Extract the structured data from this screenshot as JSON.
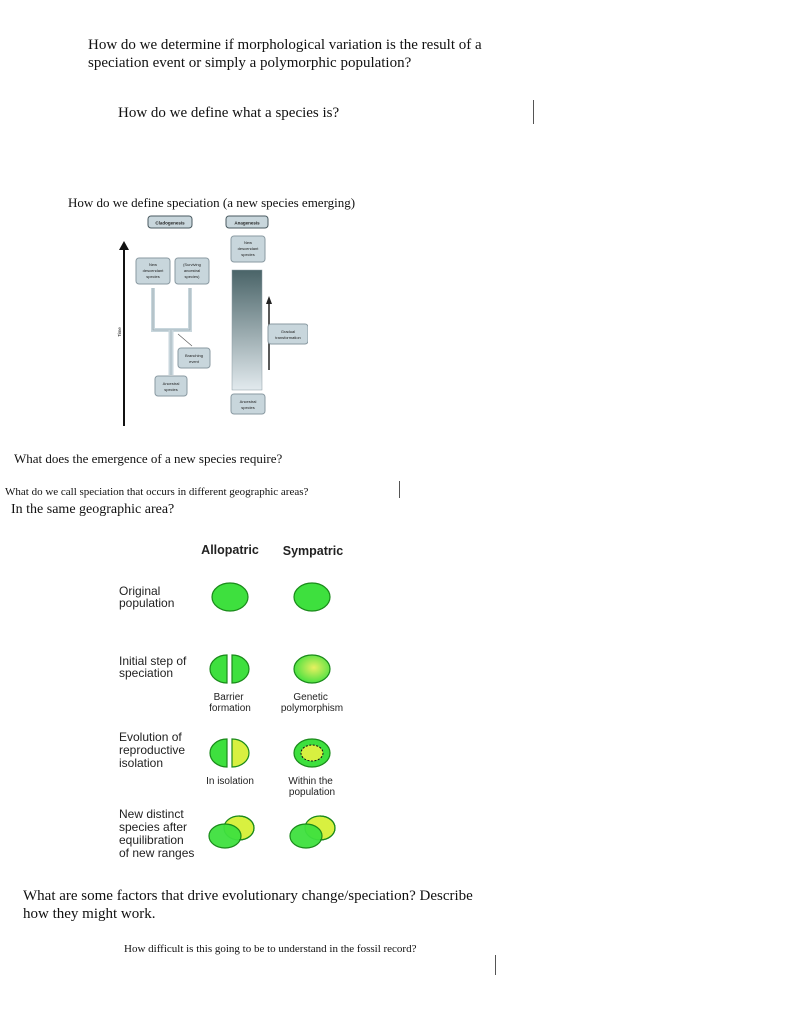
{
  "questions": {
    "q1_line1": "How do we determine if morphological variation is the result of a",
    "q1_line2": "speciation event or simply a polymorphic population?",
    "q2": "How do we define what a species is?",
    "q3": "How do we define speciation (a new species emerging)",
    "q4": "What does the emergence of a new species require?",
    "q5": "What do we call speciation that occurs in different geographic areas?",
    "q5b": "In the same geographic area?",
    "q6_line1": "What are some factors that drive evolutionary change/speciation? Describe",
    "q6_line2": "how they might work.",
    "q7": "How difficult is this going to be to understand in the fossil record?"
  },
  "figure_evolution": {
    "label_clado": "Cladogenesis",
    "label_ana": "Anagenesis",
    "time_label": "Time",
    "new_desc_line1": "New",
    "new_desc_line2": "descendant",
    "new_desc_line3": "species",
    "surv_line1": "(Surviving",
    "surv_line2": "ancestral",
    "surv_line3": "species)",
    "branch_line1": "Branching",
    "branch_line2": "event",
    "anc_line1": "Ancestral",
    "anc_line2": "species",
    "ana_new_line1": "New",
    "ana_new_line2": "descendant",
    "ana_new_line3": "species",
    "gradual_line1": "Gradual",
    "gradual_line2": "transformation",
    "ana_anc_line1": "Ancestral",
    "ana_anc_line2": "species",
    "colors": {
      "box": "#c8d6dc",
      "box_border": "#8a9aa2",
      "dark": "#4a6468",
      "bar_light": "#dde6ea"
    }
  },
  "figure_speciation": {
    "col_allopatric": "Allopatric",
    "col_sympatric": "Sympatric",
    "row1_line1": "Original",
    "row1_line2": "population",
    "row2_line1": "Initial step of",
    "row2_line2": "speciation",
    "row3_line1": "Evolution of",
    "row3_line2": "reproductive",
    "row3_line3": "isolation",
    "row4_line1": "New distinct",
    "row4_line2": "species after",
    "row4_line3": "equilibration",
    "row4_line4": "of new ranges",
    "cap_barrier_1": "Barrier",
    "cap_barrier_2": "formation",
    "cap_genetic_1": "Genetic",
    "cap_genetic_2": "polymorphism",
    "cap_isolation": "In isolation",
    "cap_within_1": "Within the",
    "cap_within_2": "population",
    "colors": {
      "green": "#3ee03e",
      "yellow": "#d8f040",
      "stroke": "#1a8a1a"
    }
  }
}
